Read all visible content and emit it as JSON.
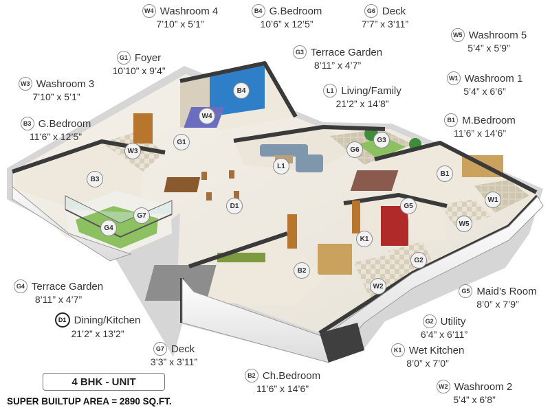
{
  "unit_title": "4 BHK - UNIT",
  "area_text": "SUPER BUILTUP AREA = 2890 SQ.FT.",
  "rooms": [
    {
      "code": "W4",
      "name": "Washroom 4",
      "size": "7’10” x 5’1”"
    },
    {
      "code": "B4",
      "name": "G.Bedroom",
      "size": "10’6” x 12’5”"
    },
    {
      "code": "G6",
      "name": "Deck",
      "size": "7’7” x 3’11”"
    },
    {
      "code": "W5",
      "name": "Washroom 5",
      "size": "5’4” x 5’9”"
    },
    {
      "code": "G1",
      "name": "Foyer",
      "size": "10’10” x 9’4”"
    },
    {
      "code": "G3",
      "name": "Terrace Garden",
      "size": "8’11” x 4’7”"
    },
    {
      "code": "W1",
      "name": "Washroom 1",
      "size": "5’4” x 6’6”"
    },
    {
      "code": "W3",
      "name": "Washroom 3",
      "size": "7’10” x 5’1”"
    },
    {
      "code": "L1",
      "name": "Living/Family",
      "size": "21’2” x 14’8”"
    },
    {
      "code": "B1",
      "name": "M.Bedroom",
      "size": "11’6” x 14’6”"
    },
    {
      "code": "B3",
      "name": "G.Bedroom",
      "size": "11’6” x 12’5”"
    },
    {
      "code": "G4",
      "name": "Terrace Garden",
      "size": "8’11” x 4’7”"
    },
    {
      "code": "G5",
      "name": "Maid’s Room",
      "size": "8’0” x 7’9”"
    },
    {
      "code": "D1",
      "name": "Dining/Kitchen",
      "size": "21’2” x 13’2”"
    },
    {
      "code": "G2",
      "name": "Utility",
      "size": "6’4” x 6’11”"
    },
    {
      "code": "G7",
      "name": "Deck",
      "size": "3’3” x 3’11”"
    },
    {
      "code": "K1",
      "name": "Wet Kitchen",
      "size": "8’0” x 7’0”"
    },
    {
      "code": "B2",
      "name": "Ch.Bedroom",
      "size": "11’6” x 14’6”"
    },
    {
      "code": "W2",
      "name": "Washroom 2",
      "size": "5’4” x 6’8”"
    }
  ],
  "plan_tags": [
    "B4",
    "W4",
    "G1",
    "W3",
    "B3",
    "G4",
    "G7",
    "D1",
    "L1",
    "G6",
    "G3",
    "B1",
    "W1",
    "W5",
    "G5",
    "K1",
    "G2",
    "B2",
    "W2"
  ]
}
